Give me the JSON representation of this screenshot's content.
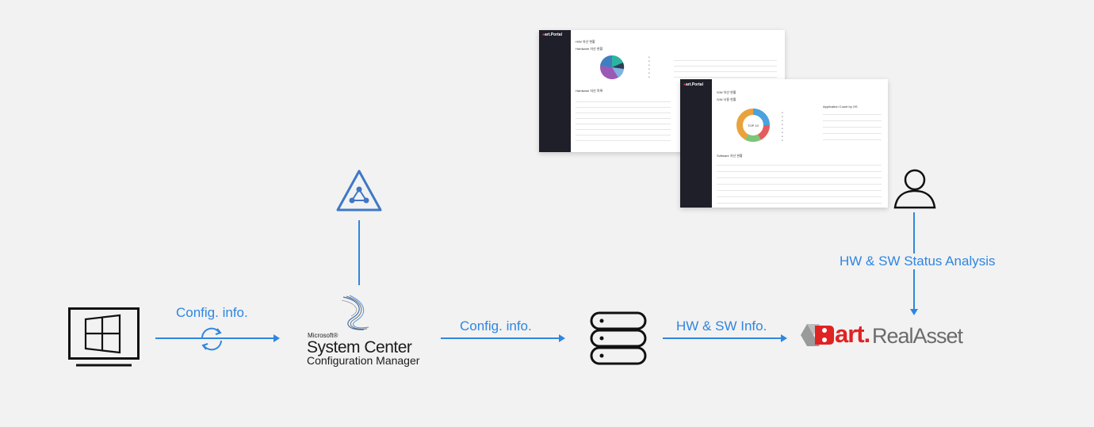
{
  "labels": {
    "config_info_1": "Config. info.",
    "config_info_2": "Config. info.",
    "hw_sw_info": "HW & SW Info.",
    "status_analysis": "HW & SW Status Analysis"
  },
  "sccm": {
    "brand": "Microsoft®",
    "name": "System Center",
    "product": "Configuration Manager"
  },
  "realasset": {
    "art": "art.",
    "name": "RealAsset"
  },
  "screens": {
    "back": {
      "brand_prefix": "●",
      "brand": "art.Portal",
      "page_title": "H/W 자산 현황",
      "section_1": "Hardware 자산 현황",
      "section_2": "Hardware 자산 목록"
    },
    "front": {
      "brand_prefix": "●",
      "brand": "art.Portal",
      "page_title": "S/W 자산 현황",
      "section_1": "S/W 사용 현황",
      "section_2": "Application Count by OS",
      "section_3": "Software 자산 현황",
      "donut_label": "TOP 10"
    }
  },
  "colors": {
    "accent": "#2f86e0",
    "brand_red": "#e02222",
    "sidebar": "#1e1f29"
  },
  "icons": [
    "windows-pc-icon",
    "sync-icon",
    "network-triangle-icon",
    "sccm-logo-icon",
    "database-icon",
    "user-icon",
    "realasset-logo-icon"
  ]
}
